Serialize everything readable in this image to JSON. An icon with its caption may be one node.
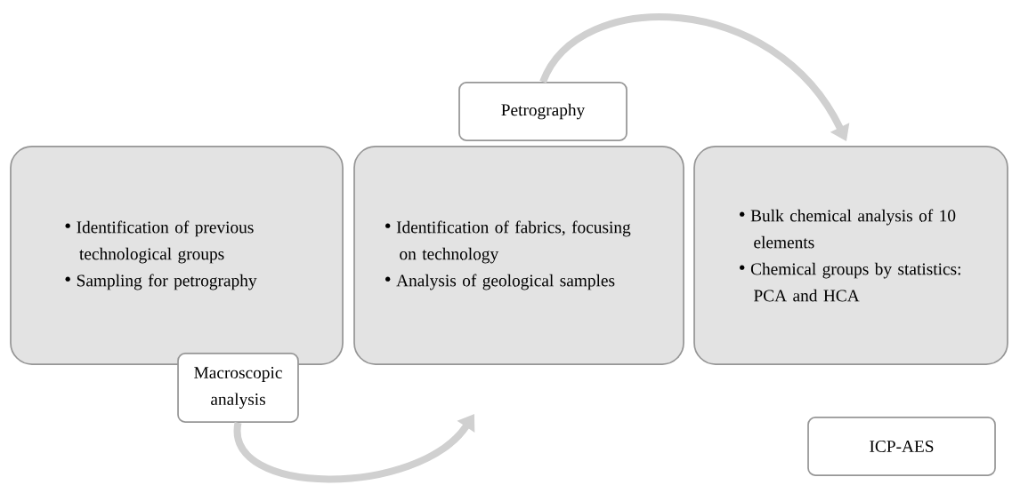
{
  "diagram": {
    "nodes": [
      {
        "text": [
          "Identification of previous technological groups",
          "Sampling for petrography"
        ]
      },
      {
        "text": [
          "Macroscopic analysis"
        ]
      },
      {
        "text": [
          "Identification of fabrics, focusing on technology",
          "Analysis of geological samples"
        ]
      },
      {
        "text": [
          "Petrography"
        ]
      },
      {
        "text": [
          "Bulk chemical analysis of 10 elements",
          "Chemical groups by statistics: PCA and HCA"
        ]
      },
      {
        "text": [
          "ICP-AES"
        ]
      }
    ],
    "edges": [
      {
        "from": 1,
        "to": 2,
        "arrow": "to"
      },
      {
        "from": 3,
        "to": 4,
        "arrow": "to"
      }
    ]
  }
}
